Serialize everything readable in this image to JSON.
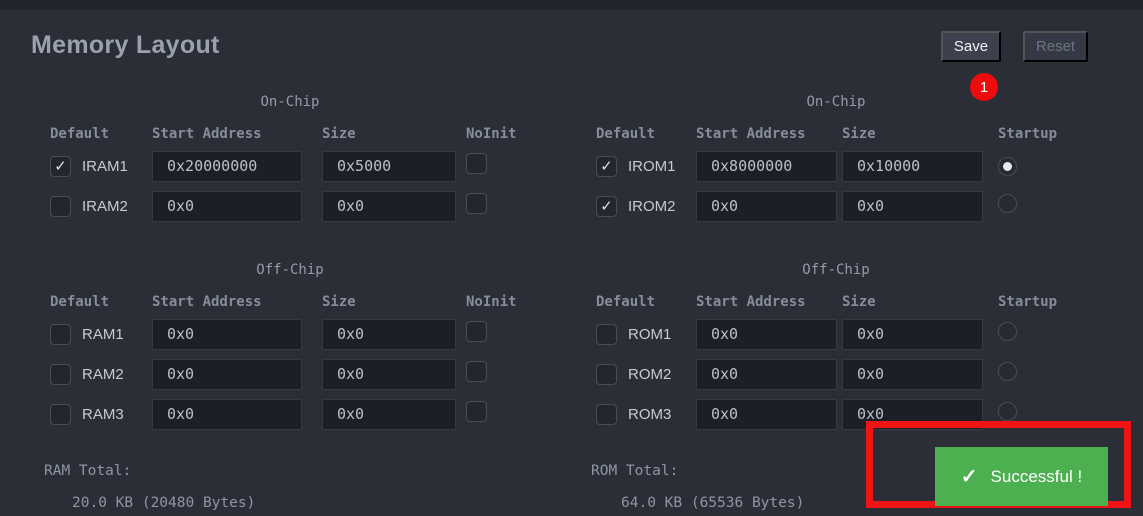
{
  "page": {
    "title": "Memory Layout"
  },
  "toolbar": {
    "save_label": "Save",
    "reset_label": "Reset",
    "badge_value": "1"
  },
  "sections": {
    "iram_onchip": {
      "title": "On-Chip",
      "headers": [
        "Default",
        "Start Address",
        "Size",
        "NoInit"
      ],
      "rows": [
        {
          "name": "IRAM1",
          "default_checked": true,
          "start_address": "0x20000000",
          "size": "0x5000",
          "noinit": false
        },
        {
          "name": "IRAM2",
          "default_checked": false,
          "start_address": "0x0",
          "size": "0x0",
          "noinit": false
        }
      ]
    },
    "irom_onchip": {
      "title": "On-Chip",
      "headers": [
        "Default",
        "Start Address",
        "Size",
        "Startup"
      ],
      "rows": [
        {
          "name": "IROM1",
          "default_checked": true,
          "start_address": "0x8000000",
          "size": "0x10000",
          "startup": true
        },
        {
          "name": "IROM2",
          "default_checked": true,
          "start_address": "0x0",
          "size": "0x0",
          "startup": false
        }
      ]
    },
    "ram_offchip": {
      "title": "Off-Chip",
      "headers": [
        "Default",
        "Start Address",
        "Size",
        "NoInit"
      ],
      "rows": [
        {
          "name": "RAM1",
          "default_checked": false,
          "start_address": "0x0",
          "size": "0x0",
          "noinit": false
        },
        {
          "name": "RAM2",
          "default_checked": false,
          "start_address": "0x0",
          "size": "0x0",
          "noinit": false
        },
        {
          "name": "RAM3",
          "default_checked": false,
          "start_address": "0x0",
          "size": "0x0",
          "noinit": false
        }
      ]
    },
    "rom_offchip": {
      "title": "Off-Chip",
      "headers": [
        "Default",
        "Start Address",
        "Size",
        "Startup"
      ],
      "rows": [
        {
          "name": "ROM1",
          "default_checked": false,
          "start_address": "0x0",
          "size": "0x0",
          "startup": false
        },
        {
          "name": "ROM2",
          "default_checked": false,
          "start_address": "0x0",
          "size": "0x0",
          "startup": false
        },
        {
          "name": "ROM3",
          "default_checked": false,
          "start_address": "0x0",
          "size": "0x0",
          "startup": false
        }
      ]
    }
  },
  "totals": {
    "ram_label": "RAM Total:",
    "ram_value": "20.0 KB (20480 Bytes)",
    "rom_label": "ROM Total:",
    "rom_value": "64.0 KB (65536 Bytes)"
  },
  "toast": {
    "check_glyph": "✓",
    "message": "Successful !"
  },
  "colors": {
    "background": "#2b2e37",
    "input_background": "#1c1f25",
    "toast_green": "#4caf50",
    "annotation_red": "#ee1414",
    "badge_red": "#ee0b0b"
  }
}
